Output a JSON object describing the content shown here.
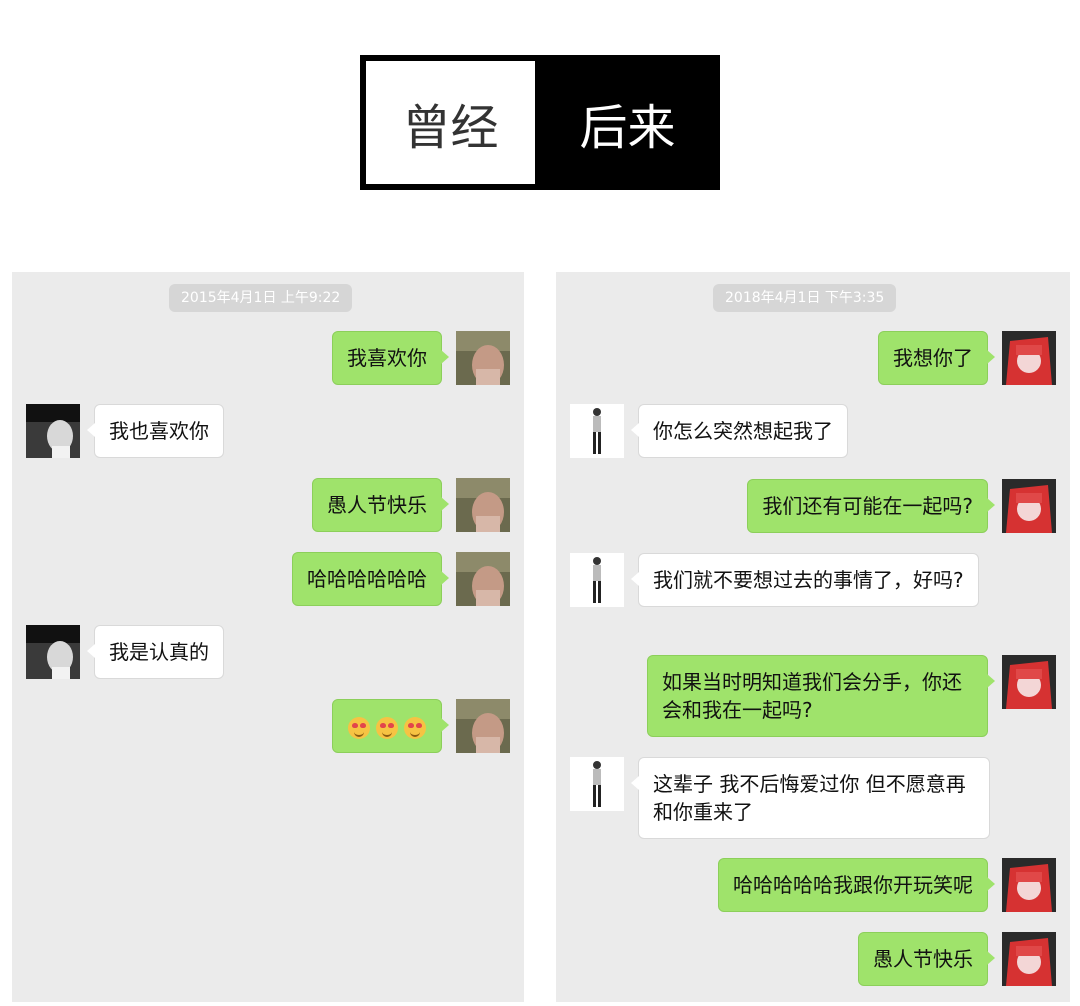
{
  "header": {
    "left_label": "曾经",
    "right_label": "后来"
  },
  "left_chat": {
    "timestamp": "2015年4月1日 上午9:22",
    "messages": [
      {
        "side": "out",
        "text": "我喜欢你"
      },
      {
        "side": "in",
        "text": "我也喜欢你"
      },
      {
        "side": "out",
        "text": "愚人节快乐"
      },
      {
        "side": "out",
        "text": "哈哈哈哈哈哈"
      },
      {
        "side": "in",
        "text": "我是认真的"
      },
      {
        "side": "out",
        "emoji": [
          "heart-eyes-emoji",
          "heart-eyes-emoji",
          "heart-eyes-emoji"
        ]
      }
    ]
  },
  "right_chat": {
    "timestamp": "2018年4月1日 下午3:35",
    "messages": [
      {
        "side": "out",
        "text": "我想你了"
      },
      {
        "side": "in",
        "text": "你怎么突然想起我了"
      },
      {
        "side": "out",
        "text": "我们还有可能在一起吗?"
      },
      {
        "side": "in",
        "text": "我们就不要想过去的事情了，好吗?"
      },
      {
        "side": "out",
        "text": "如果当时明知道我们会分手，你还会和我在一起吗?"
      },
      {
        "side": "in",
        "text": "这辈子 我不后悔爱过你 但不愿意再和你重来了"
      },
      {
        "side": "out",
        "text": "哈哈哈哈哈我跟你开玩笑呢"
      },
      {
        "side": "out",
        "text": "愚人节快乐"
      }
    ]
  },
  "colors": {
    "outgoing_bubble": "#9fe36b",
    "incoming_bubble": "#ffffff",
    "chat_background": "#ebebeb",
    "timestamp_pill": "#d6d6d6"
  }
}
